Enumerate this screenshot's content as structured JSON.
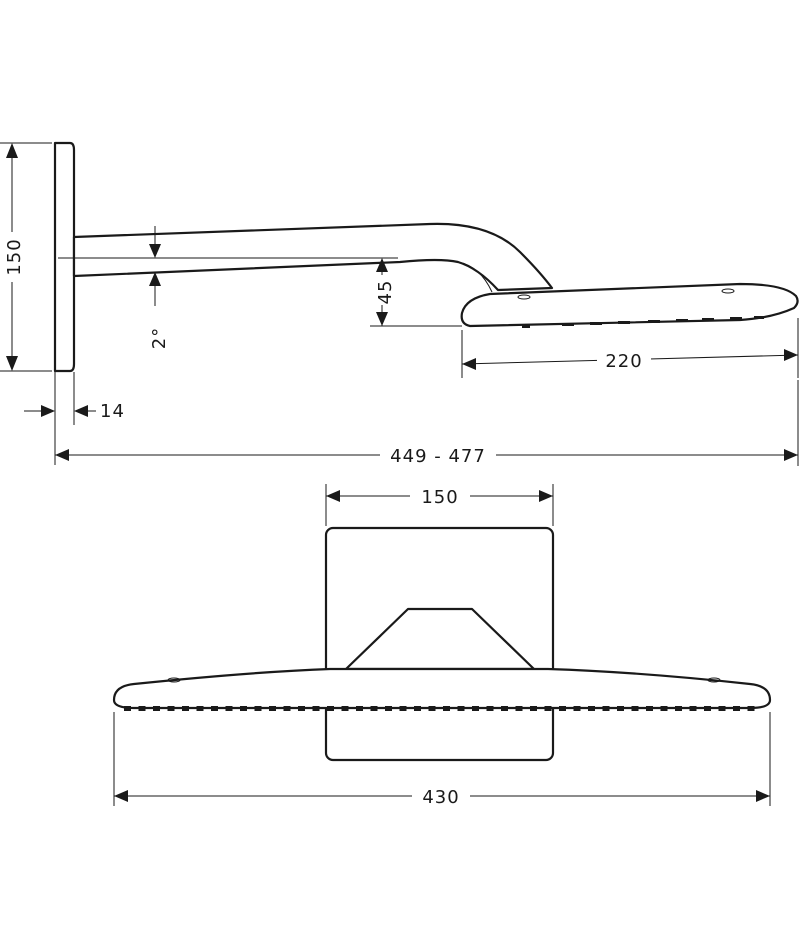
{
  "side_view": {
    "dim_height": "150",
    "dim_wall_plate": "14",
    "dim_drop": "45",
    "dim_angle": "2°",
    "dim_head_length": "220",
    "dim_projection": "449 - 477"
  },
  "front_view": {
    "dim_plate_width": "150",
    "dim_head_width": "430"
  }
}
